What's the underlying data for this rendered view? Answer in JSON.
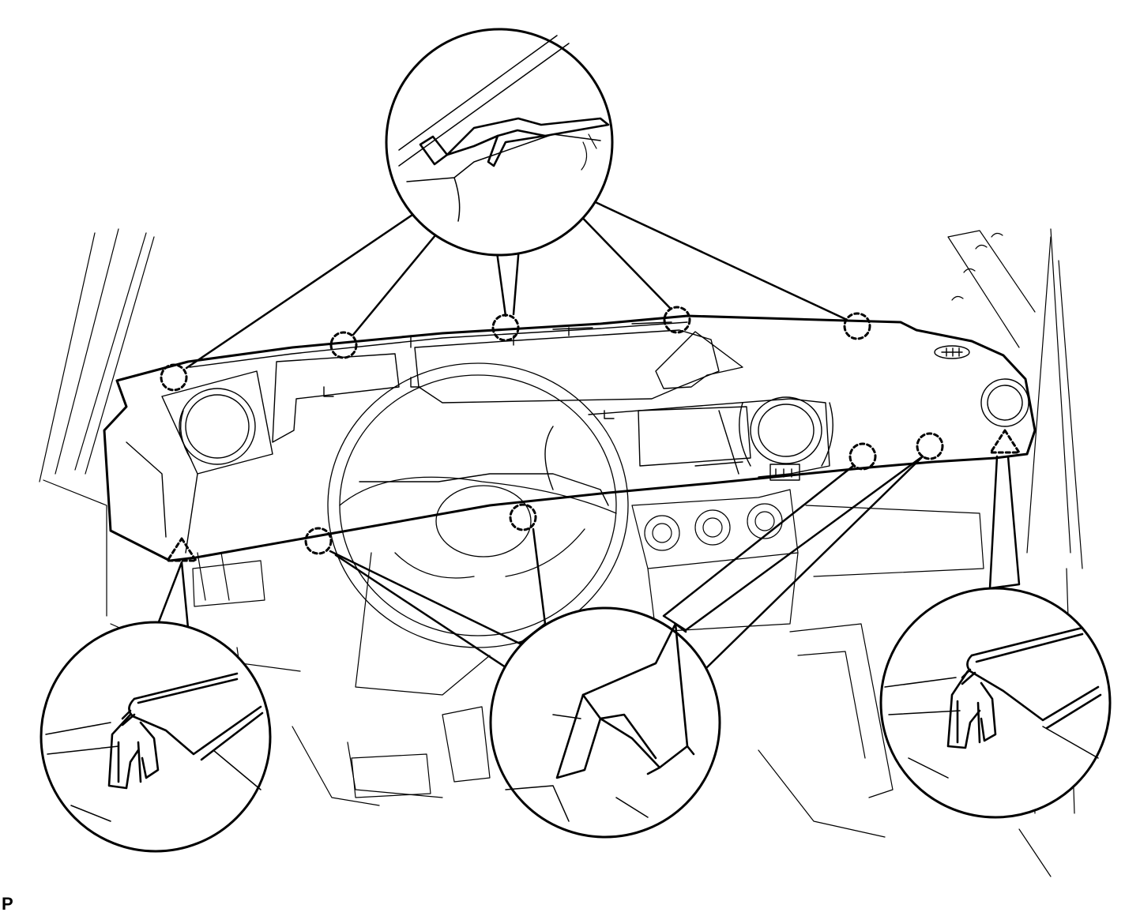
{
  "figure": {
    "page_letter": "P"
  },
  "colors": {
    "line": "#000000",
    "background": "#ffffff"
  },
  "legend_symbols": [
    "dashed-circle-claw-marker",
    "dashed-triangle-clip-marker"
  ]
}
